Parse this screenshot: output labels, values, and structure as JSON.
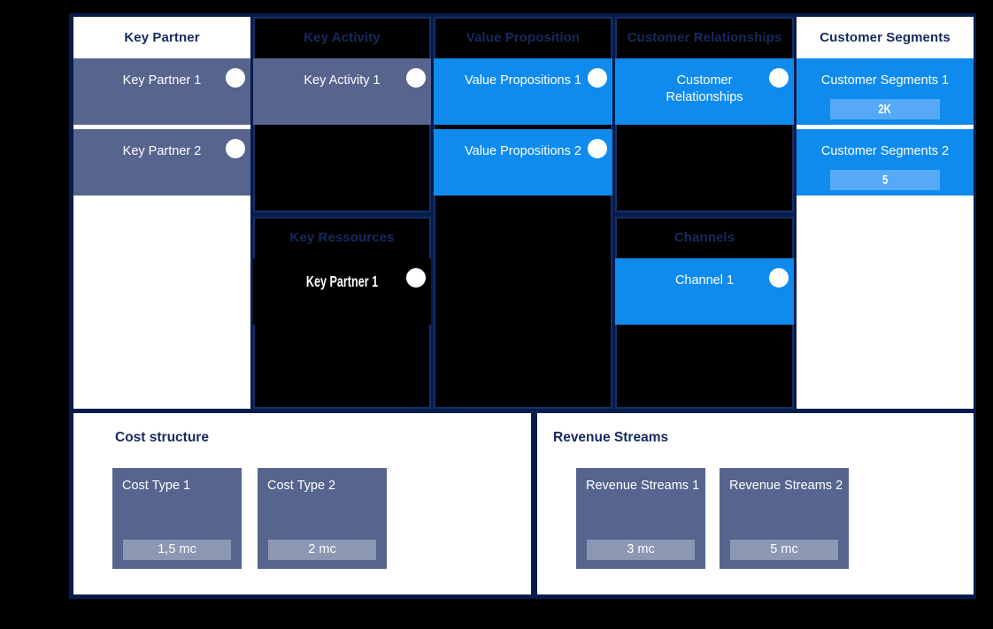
{
  "colors": {
    "background": "#000000",
    "frame_navy": "#051c4c",
    "header_text_navy": "#152a5e",
    "card_slate": "#56648e",
    "card_blue": "#0f8bee",
    "card_black": "#000000",
    "badge_light_blue": "#55a9f7",
    "badge_light_slate": "#8c97b3",
    "panel_white": "#ffffff",
    "dot_white": "#ffffff"
  },
  "sections": {
    "key_partner": {
      "title": "Key Partner",
      "cards": [
        {
          "label": "Key Partner 1"
        },
        {
          "label": "Key Partner 2"
        }
      ]
    },
    "key_activity": {
      "title": "Key Activity",
      "cards": [
        {
          "label": "Key Activity 1"
        }
      ]
    },
    "key_ressources": {
      "title": "Key Ressources",
      "cards": [
        {
          "label": "Key Partner 1"
        }
      ]
    },
    "value_proposition": {
      "title": "Value Proposition",
      "cards": [
        {
          "label": "Value Propositions 1"
        },
        {
          "label": "Value Propositions 2"
        }
      ]
    },
    "customer_relationships": {
      "title": "Customer Relationships",
      "cards": [
        {
          "label": "Customer Relationships"
        }
      ]
    },
    "channels": {
      "title": "Channels",
      "cards": [
        {
          "label": "Channel 1"
        }
      ]
    },
    "customer_segments": {
      "title": "Customer Segments",
      "cards": [
        {
          "label": "Customer Segments 1",
          "value": "2K"
        },
        {
          "label": "Customer Segments 2",
          "value": "5"
        }
      ]
    },
    "cost_structure": {
      "title": "Cost structure",
      "cards": [
        {
          "label": "Cost Type 1",
          "value": "1,5 mc"
        },
        {
          "label": "Cost Type 2",
          "value": "2 mc"
        }
      ]
    },
    "revenue_streams": {
      "title": "Revenue Streams",
      "cards": [
        {
          "label": "Revenue Streams 1",
          "value": "3 mc"
        },
        {
          "label": "Revenue Streams 2",
          "value": "5 mc"
        }
      ]
    }
  }
}
